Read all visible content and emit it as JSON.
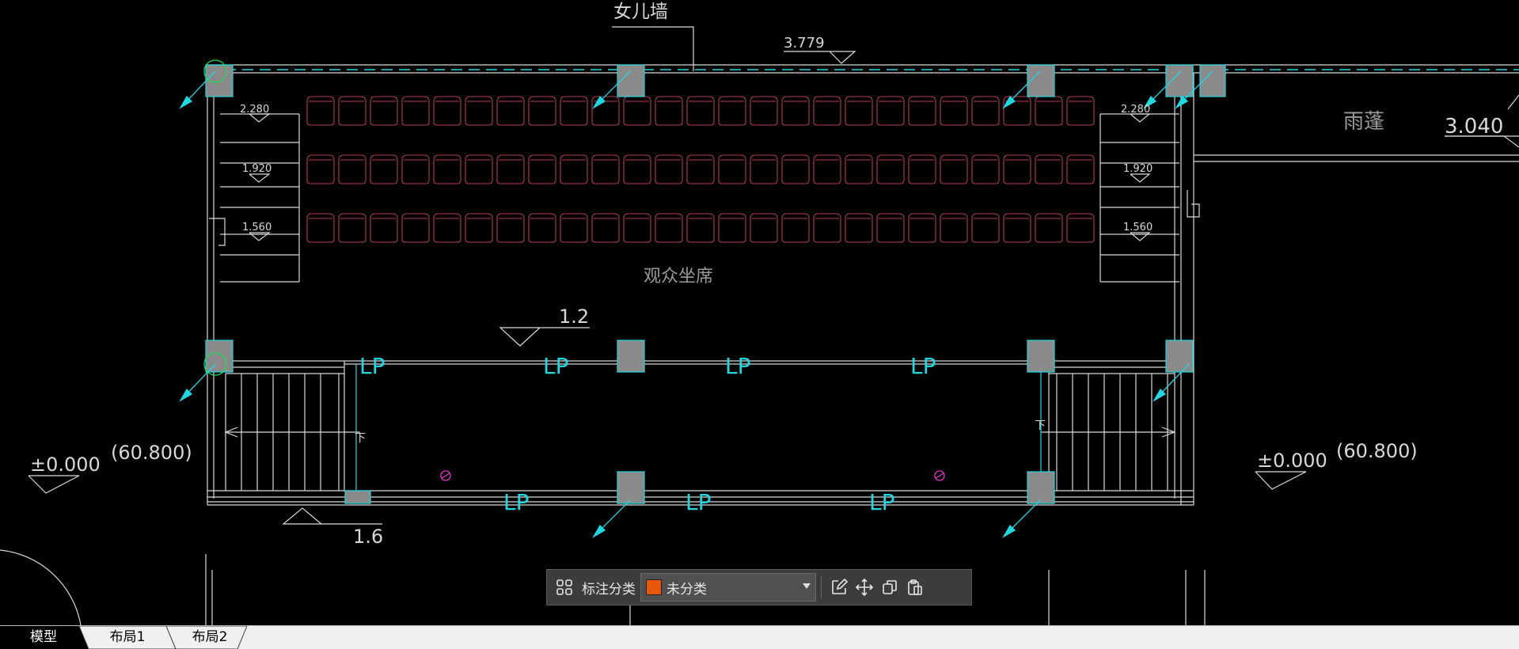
{
  "drawing": {
    "parapet_label": "女儿墙",
    "parapet_elevation": "3.779",
    "canopy_label": "雨蓬",
    "canopy_elevation": "3.040",
    "seating_label": "观众坐席",
    "step_elevations_left": [
      "2.280",
      "1.920",
      "1.560"
    ],
    "step_elevations_right": [
      "2.280",
      "1.920",
      "1.560"
    ],
    "stage_level": "1.2",
    "ground_level_left": "±0.000",
    "ground_level_right": "±0.000",
    "absolute_elevation_left": "(60.800)",
    "absolute_elevation_right": "(60.800)",
    "bottom_level": "1.6",
    "stair_down_left": "下",
    "stair_down_right": "下",
    "beam_tag": "LP"
  },
  "toolbar": {
    "category_label": "标注分类",
    "category_value": "未分类",
    "category_color": "#e8580a"
  },
  "tabs": [
    {
      "label": "模型",
      "active": true
    },
    {
      "label": "布局1",
      "active": false
    },
    {
      "label": "布局2",
      "active": false
    }
  ],
  "colors": {
    "background": "#000000",
    "line_white": "#d8d8d8",
    "cyan": "#22d6e0",
    "seat_red": "#b23a5a",
    "column_gray": "#8a8a8a",
    "green": "#22dd55",
    "magenta": "#dd33cc"
  }
}
